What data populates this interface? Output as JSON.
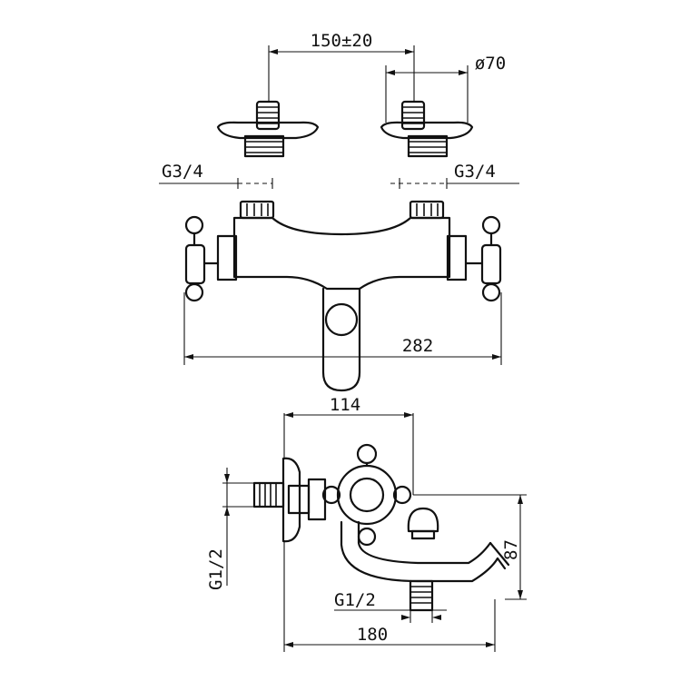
{
  "labels": {
    "spacing": "150±20",
    "flange_diameter": "ø70",
    "inlet_left": "G3/4",
    "inlet_right": "G3/4",
    "overall_width": "282",
    "side_depth": "114",
    "inlet_side": "G1/2",
    "outlet": "G1/2",
    "height": "87",
    "spout_reach": "180"
  }
}
